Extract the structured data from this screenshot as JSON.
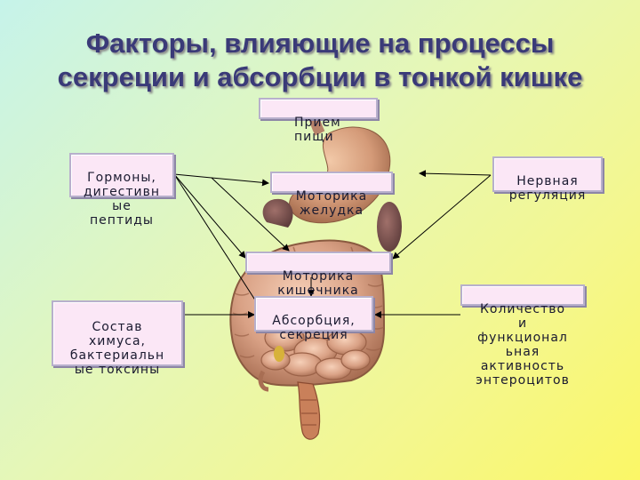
{
  "title": {
    "line1": "Факторы, влияющие на процессы",
    "line2": "секреции и абсорбции в тонкой кишке"
  },
  "nodes": {
    "food_intake": "Прием\nпищи",
    "hormones": "Гормоны,\nдигестивн\nые\nпептиды",
    "gastric_motility": "Моторика\nжелудка",
    "nervous_regulation": "Нервная\nрегуляция",
    "intestinal_motility": "Моторика\nкишечника",
    "absorption_secretion": "Абсорбция,\nсекреция",
    "chyme_composition": "Состав\nхимуса,\nбактериальн\nые токсины",
    "enterocytes": "Количество\nи\nфункционал\nьная\nактивность\nэнтероцитов"
  },
  "colors": {
    "box_fill": "#fbe7f6",
    "title_text": "#3a3a78",
    "arrow": "#000000"
  }
}
